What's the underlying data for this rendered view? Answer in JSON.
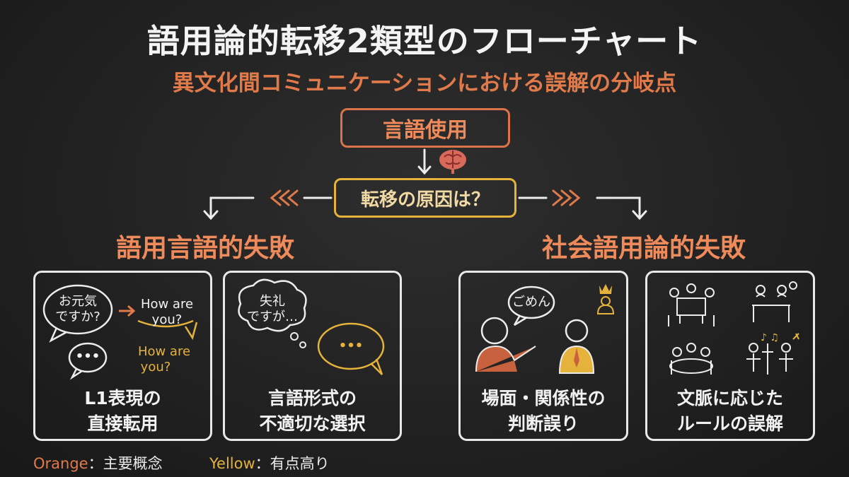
{
  "title": "語用論的転移2類型のフローチャート",
  "subtitle": "異文化間コミュニケーションにおける誤解の分岐点",
  "root": {
    "label": "言語使用"
  },
  "question": {
    "label": "転移の原因は？"
  },
  "branches": {
    "left": {
      "label": "語用言語的失敗",
      "cards": [
        {
          "caption_line1": "L1表現の",
          "caption_line2": "直接転用",
          "bubble_jp_line1": "お元気",
          "bubble_jp_line2": "ですか?",
          "bubble_en_line1": "How are",
          "bubble_en_line2": "you?",
          "en_orange_line1": "How are",
          "en_orange_line2": "you?",
          "dots": "•••"
        },
        {
          "caption_line1": "言語形式の",
          "caption_line2": "不適切な選択",
          "thought_line1": "失礼",
          "thought_line2": "ですが…",
          "dots": "•••"
        }
      ]
    },
    "right": {
      "label": "社会語用論的失敗",
      "cards": [
        {
          "caption_line1": "場面・関係性の",
          "caption_line2": "判断誤り",
          "speech": "ごめん"
        },
        {
          "caption_line1": "文脈に応じた",
          "caption_line2": "ルールの誤解"
        }
      ]
    }
  },
  "legend": [
    {
      "key": "Orange",
      "desc": "：主要概念",
      "color": "#e07a4a"
    },
    {
      "key": "Yellow",
      "desc": "：有点高り",
      "color": "#e5b23c"
    }
  ],
  "colors": {
    "orange": "#e07a4a",
    "yellow": "#e5b23c",
    "chalk": "#ececec"
  }
}
